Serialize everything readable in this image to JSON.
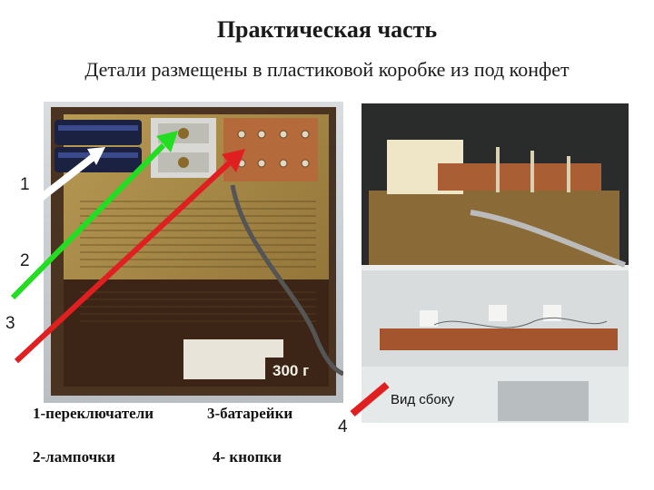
{
  "title": "Практическая часть",
  "subtitle": "Детали размещены в пластиковой коробке из под конфет",
  "markers": [
    "1",
    "2",
    "3",
    "4"
  ],
  "legend": {
    "switches": "1-переключатели",
    "batteries": "3-батарейки",
    "lamps": "2-лампочки",
    "buttons": "4- кнопки"
  },
  "photo": {
    "price_tag": "300 г"
  },
  "side_view_caption": "Вид сбоку",
  "colors": {
    "arrow_1": "#ffffff",
    "arrow_2": "#22dd22",
    "arrow_3": "#e02020",
    "arrow_4": "#e02020"
  }
}
